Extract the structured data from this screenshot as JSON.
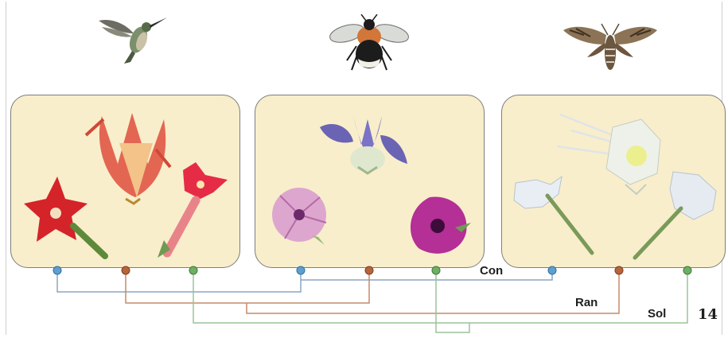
{
  "figure": {
    "page_number": "14",
    "group_labels": [
      "Con",
      "Ran",
      "Sol"
    ],
    "pollinators": [
      "hummingbird-icon",
      "bumblebee-icon",
      "hawkmoth-icon"
    ],
    "connector_colors": {
      "con": "#5f9fd0",
      "ran": "#b8643a",
      "sol": "#6fae64"
    },
    "panel_color": "#f8eecb"
  }
}
